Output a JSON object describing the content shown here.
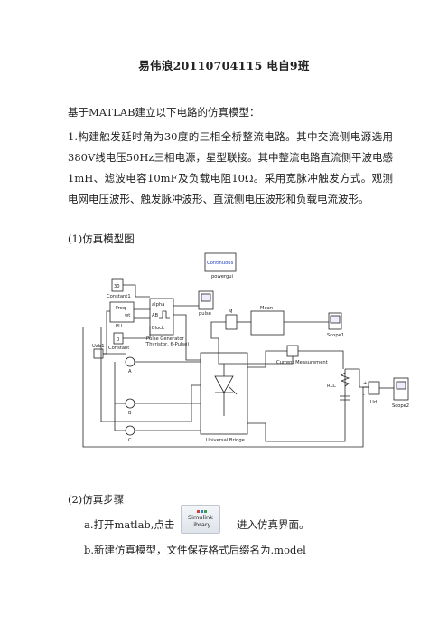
{
  "header": {
    "title": "易伟浪20110704115 电自9班"
  },
  "intro": "基于MATLAB建立以下电路的仿真模型：",
  "task": "1.构建触发延时角为30度的三相全桥整流电路。其中交流侧电源选用380V线电压50Hz三相电源，星型联接。其中整流电路直流侧平波电感1mH、滤波电容10mF及负载电阻10Ω。采用宽脉冲触发方式。观测电网电压波形、触发脉冲波形、直流侧电压波形和负载电流波形。",
  "section1": "(1)仿真模型图",
  "diagram": {
    "continuous": "Continuous",
    "powergui": "powergui",
    "const30": "30",
    "constant1": "Constant1",
    "freq": "Freq",
    "wt": "wt",
    "pll": "PLL",
    "alpha": "alpha",
    "ab": "AB",
    "block": "Block",
    "pg1": "Pulse Generator",
    "pg2": "(Thyristor, 6-Pulse)",
    "pulse": "pulse",
    "const0": "0",
    "constant": "Constant",
    "uab1": "Uab1",
    "a": "A",
    "b": "B",
    "c": "C",
    "bridge": "Universal Bridge",
    "m": "M",
    "mean": "Mean",
    "scope1": "Scope1",
    "cm": "Current Measurement",
    "rlc": "RLC",
    "ud": "Ud",
    "scope2": "Scope2",
    "plus": "+",
    "minus": "-"
  },
  "section2": "(2)仿真步骤",
  "step_a_pre": "a.打开matlab,点击",
  "step_a_post": "进入仿真界面。",
  "lib_icon": {
    "line1": "Simulink",
    "line2": "Library"
  },
  "step_b": "b.新建仿真模型，文件保存格式后缀名为.model"
}
